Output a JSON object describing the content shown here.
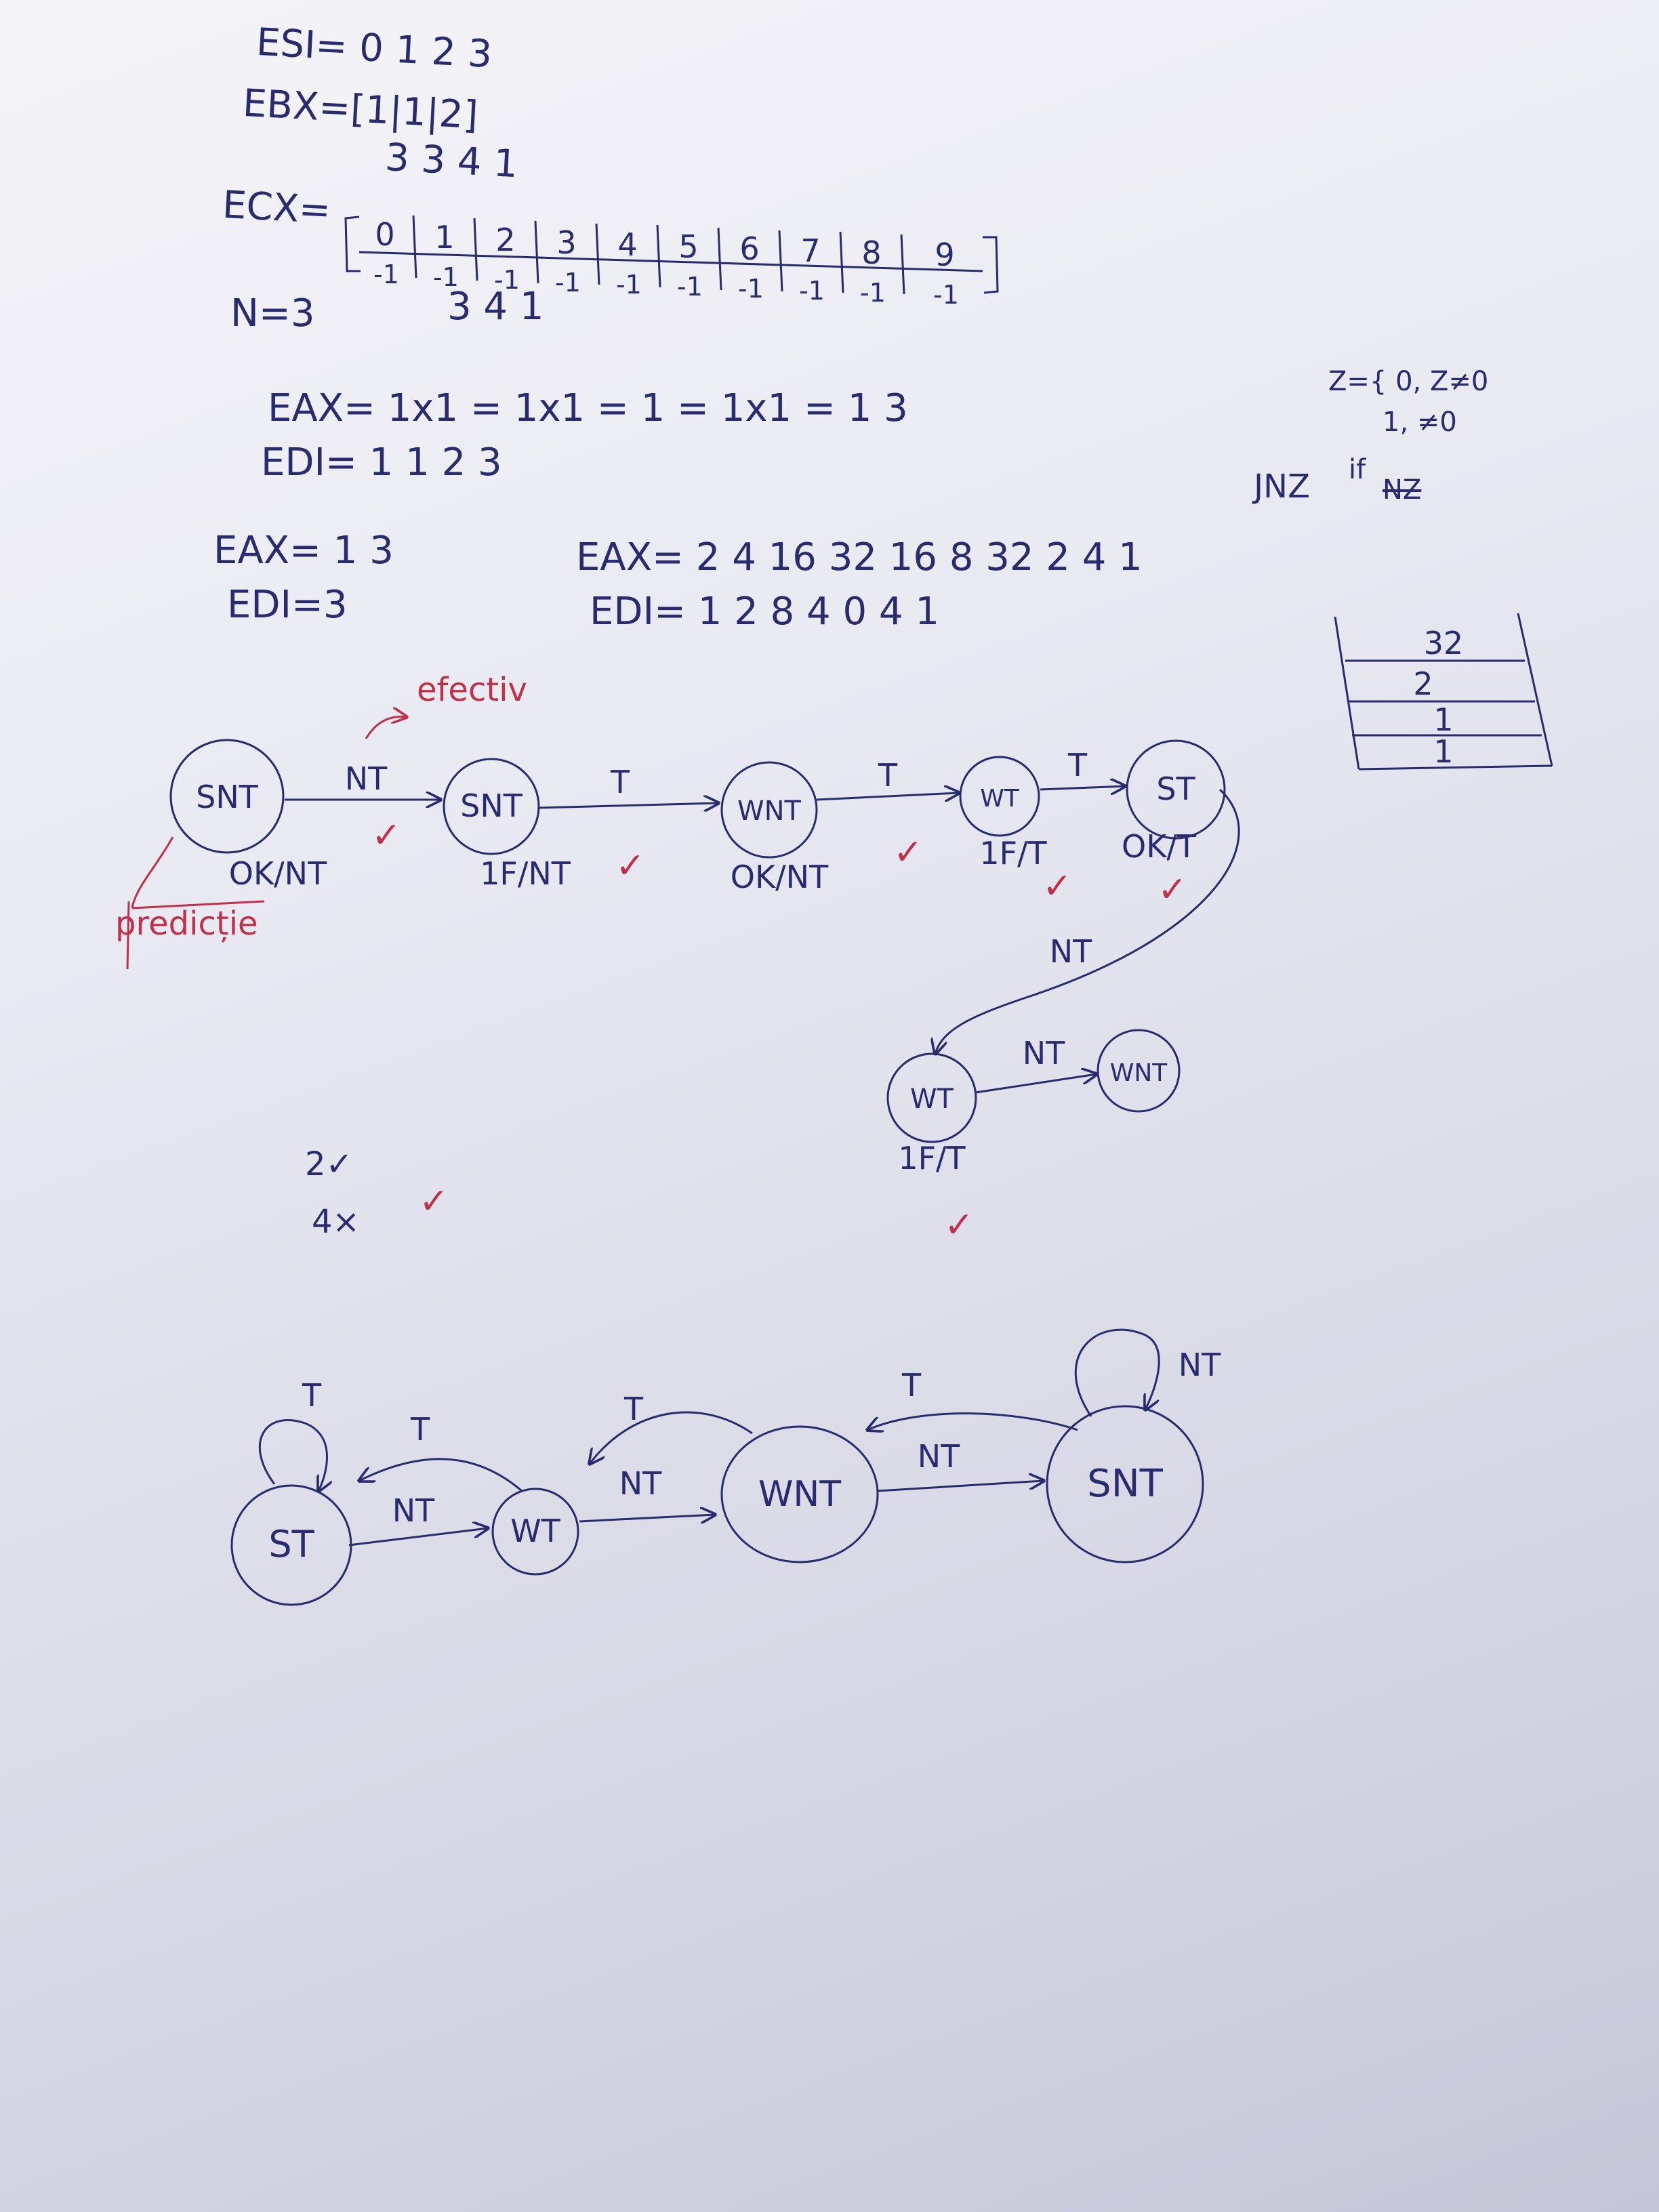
{
  "registers": {
    "esi": "ESI= 0 1 2 3",
    "ebx": "EBX=[1|1|2]",
    "ebx_values": "3 3 4 1",
    "ecx": "ECX=",
    "ecx_indices": [
      "0",
      "1",
      "2",
      "3",
      "4",
      "5",
      "6",
      "7",
      "8",
      "9"
    ],
    "ecx_values": [
      "-1",
      "-1",
      "-1",
      "-1",
      "-1",
      "-1",
      "-1",
      "-1",
      "-1",
      "-1"
    ],
    "ecx_below": "3  4 1",
    "n": "N=3",
    "eax1": "EAX= 1x1 = 1x1 = 1 = 1x1 = 1 3",
    "edi1": "EDI= 1 1 2  3",
    "eax2": "EAX= 1 3",
    "edi2": "EDI=3",
    "eax3": "EAX= 2 4 16 32 16 8 32 2 4 1",
    "edi3": "EDI= 1 2 8 4 0 4 1",
    "zf_line1": "Z={ 0, Z≠0",
    "zf_line2": "1, ≠0",
    "jnz": "JNZ",
    "jnz_sup": "if",
    "jnz_tail": "NZ"
  },
  "stack": [
    "32",
    "2",
    "1",
    "1"
  ],
  "diagram1": {
    "annotation_top": "efectiv",
    "annotation_bottom": "predicție",
    "states": [
      "SNT",
      "SNT",
      "WNT",
      "WT",
      "ST",
      "WT",
      "WNT"
    ],
    "edges": [
      "NT",
      "T",
      "T",
      "T",
      "NT",
      "NT"
    ],
    "sublabels": [
      "OK/NT",
      "1F/NT",
      "OK/NT",
      "1F/T",
      "OK/T",
      "1F/T"
    ],
    "checks": [
      "✓",
      "✓",
      "✓",
      "✓",
      "✓",
      "✓",
      "✓"
    ]
  },
  "tally": [
    "2✓",
    "4×"
  ],
  "diagram2": {
    "states": [
      "ST",
      "WT",
      "WNT",
      "SNT"
    ],
    "self_loop_left": "T",
    "self_loop_right": "NT",
    "forward": [
      "NT",
      "NT",
      "NT"
    ],
    "back": [
      "T",
      "T",
      "T"
    ]
  }
}
